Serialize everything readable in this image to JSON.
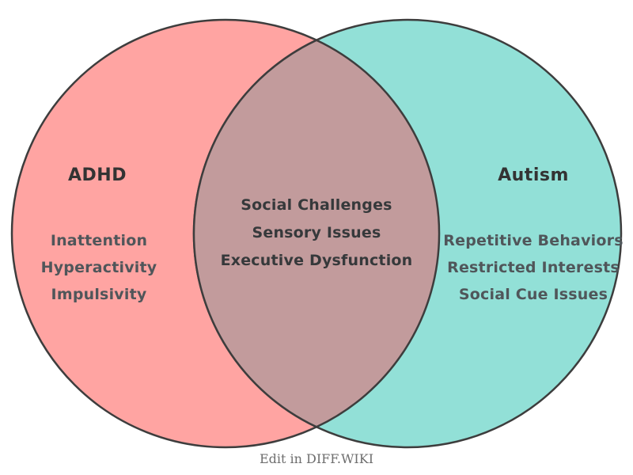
{
  "venn": {
    "left": {
      "label": "ADHD",
      "items": [
        "Inattention",
        "Hyperactivity",
        "Impulsivity"
      ]
    },
    "right": {
      "label": "Autism",
      "items": [
        "Repetitive Behaviors",
        "Restricted Interests",
        "Social Cue Issues"
      ]
    },
    "overlap": {
      "items": [
        "Social Challenges",
        "Sensory Issues",
        "Executive Dysfunction"
      ]
    }
  },
  "footer": {
    "label": "Edit in DIFF.WIKI"
  },
  "colors": {
    "left_fill": "#FFA4A2",
    "right_fill": "#92E0D7",
    "overlap_fill": "#C29B9C",
    "circle_stroke": "#3D3D3D",
    "heading_text": "#333333",
    "item_text": "#50565A",
    "overlap_text": "#36393B",
    "footer_text": "#6E6E6E"
  }
}
